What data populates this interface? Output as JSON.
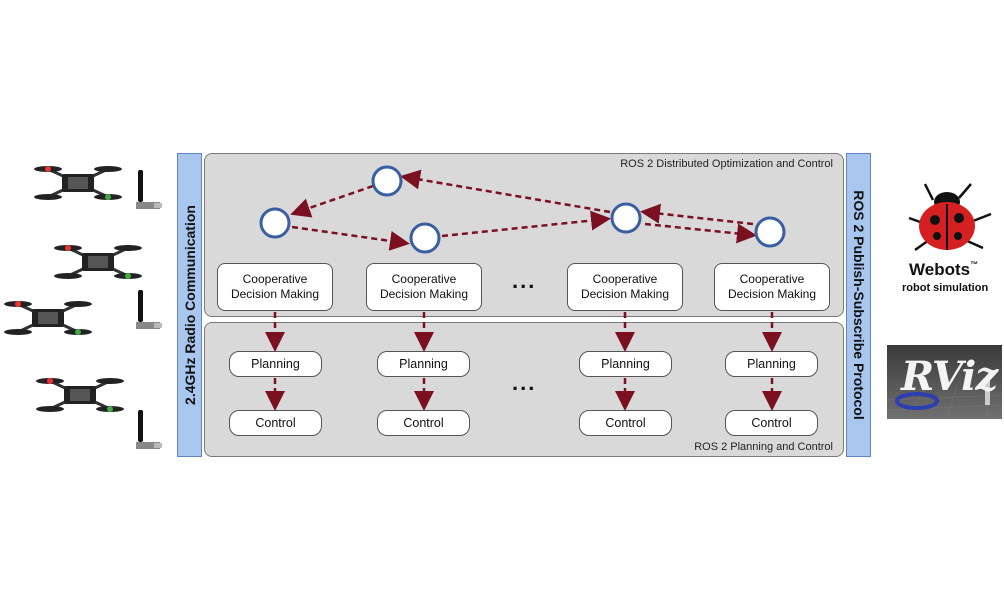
{
  "left_bar": {
    "label": "2.4GHz Radio Communication"
  },
  "right_bar": {
    "label": "ROS 2 Publish-Subscribe Protocol"
  },
  "top_panel": {
    "title": "ROS 2 Distributed Optimization and Control",
    "decision_boxes": [
      {
        "line1": "Cooperative",
        "line2": "Decision Making"
      },
      {
        "line1": "Cooperative",
        "line2": "Decision Making"
      },
      {
        "line1": "Cooperative",
        "line2": "Decision Making"
      },
      {
        "line1": "Cooperative",
        "line2": "Decision Making"
      }
    ],
    "ellipsis": "..."
  },
  "bottom_panel": {
    "title": "ROS 2 Planning and Control",
    "planning_label": "Planning",
    "control_label": "Control",
    "ellipsis": "..."
  },
  "webots": {
    "name": "Webots",
    "tm": "™",
    "tagline": "robot simulation"
  },
  "rviz": {
    "name": "RViz"
  },
  "colors": {
    "arrow": "#7a1020",
    "node_stroke": "#3a5fa0",
    "bar_fill": "#a9c6ee"
  }
}
